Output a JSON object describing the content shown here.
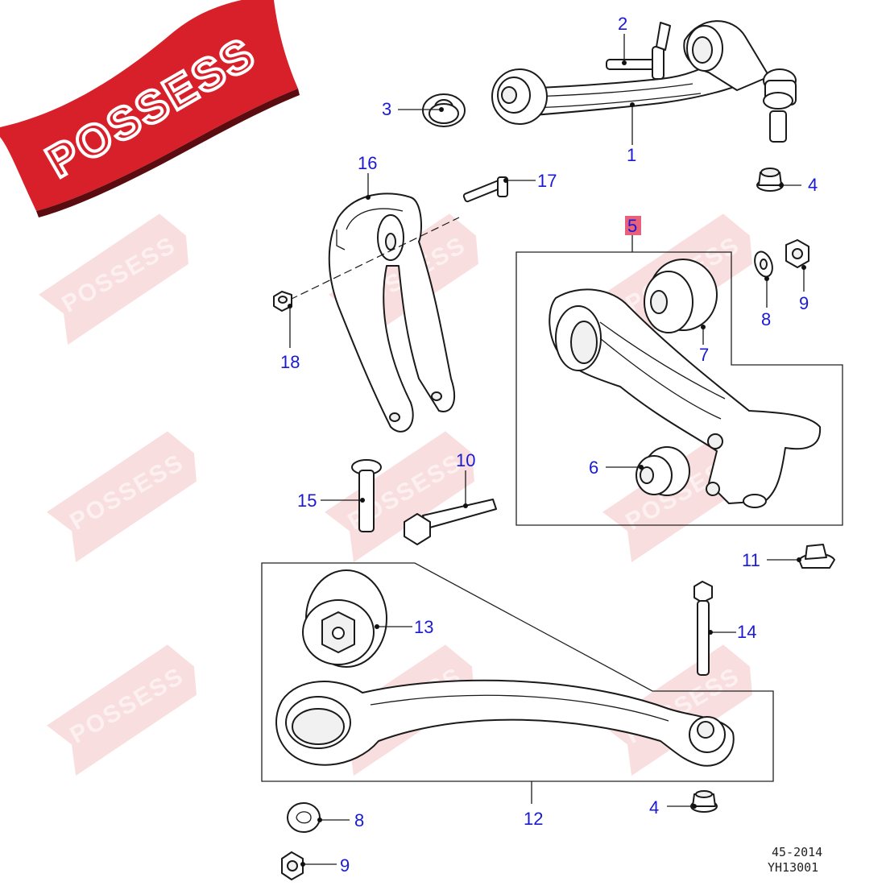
{
  "brand": {
    "logo_text": "POSSESS",
    "logo_color": "#d8202a",
    "watermark_text": "POSSESS"
  },
  "callout_color": "#1a1ad4",
  "highlight_color": "#e8607a",
  "callouts": {
    "c1": "1",
    "c2": "2",
    "c3": "3",
    "c4a": "4",
    "c4b": "4",
    "c5": "5",
    "c6": "6",
    "c7": "7",
    "c8a": "8",
    "c8b": "8",
    "c9a": "9",
    "c9b": "9",
    "c10": "10",
    "c11": "11",
    "c12": "12",
    "c13": "13",
    "c14": "14",
    "c15": "15",
    "c16": "16",
    "c17": "17",
    "c18": "18"
  },
  "reference": {
    "line1": "45-2014",
    "line2": "YH13001"
  }
}
